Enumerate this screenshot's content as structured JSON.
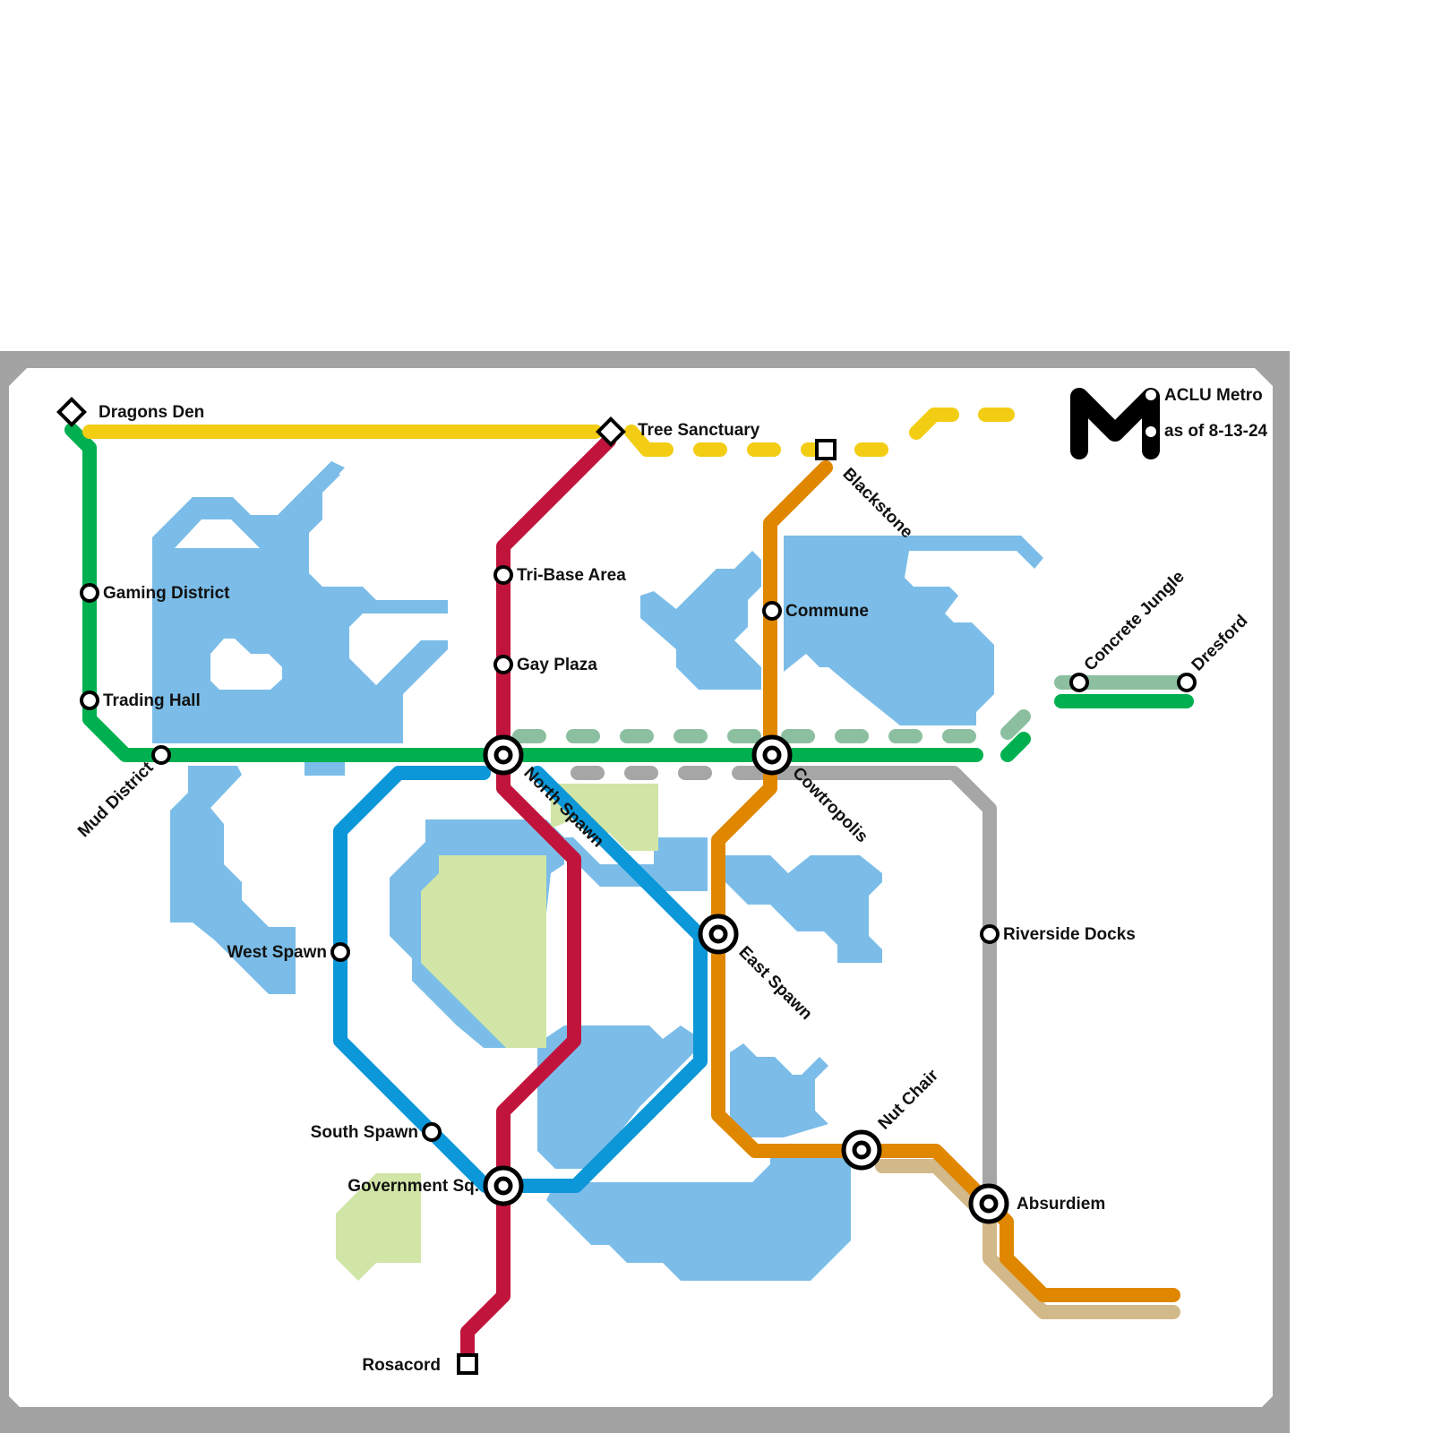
{
  "colors": {
    "frame": "#a3a3a3",
    "water": "#7bbde8",
    "park": "#d0e5a6",
    "green": "#00b050",
    "yellow": "#f2cd14",
    "red": "#c0143c",
    "blue": "#0b97d8",
    "orange": "#e08700",
    "gray": "#a6a6a6",
    "sage": "#8cbfa0",
    "tan": "#d2b98a",
    "logo": "#000000"
  },
  "legend": {
    "title": "ACLU Metro",
    "date": "as of 8-13-24",
    "logo_letter": "M"
  },
  "stations": {
    "dragons_den": "Dragons Den",
    "tree_sanctuary": "Tree Sanctuary",
    "blackstone": "Blackstone",
    "gaming_district": "Gaming District",
    "trading_hall": "Trading Hall",
    "mud_district": "Mud District",
    "tri_base_area": "Tri-Base Area",
    "gay_plaza": "Gay Plaza",
    "north_spawn": "North Spawn",
    "commune": "Commune",
    "cowtropolis": "Cowtropolis",
    "concrete_jungle": "Concrete Jungle",
    "dresford": "Dresford",
    "west_spawn": "West Spawn",
    "east_spawn": "East Spawn",
    "riverside_docks": "Riverside Docks",
    "south_spawn": "South Spawn",
    "government_sq": "Government Sq.",
    "nut_chair": "Nut Chair",
    "absurdiem": "Absurdiem",
    "rosacord": "Rosacord"
  }
}
